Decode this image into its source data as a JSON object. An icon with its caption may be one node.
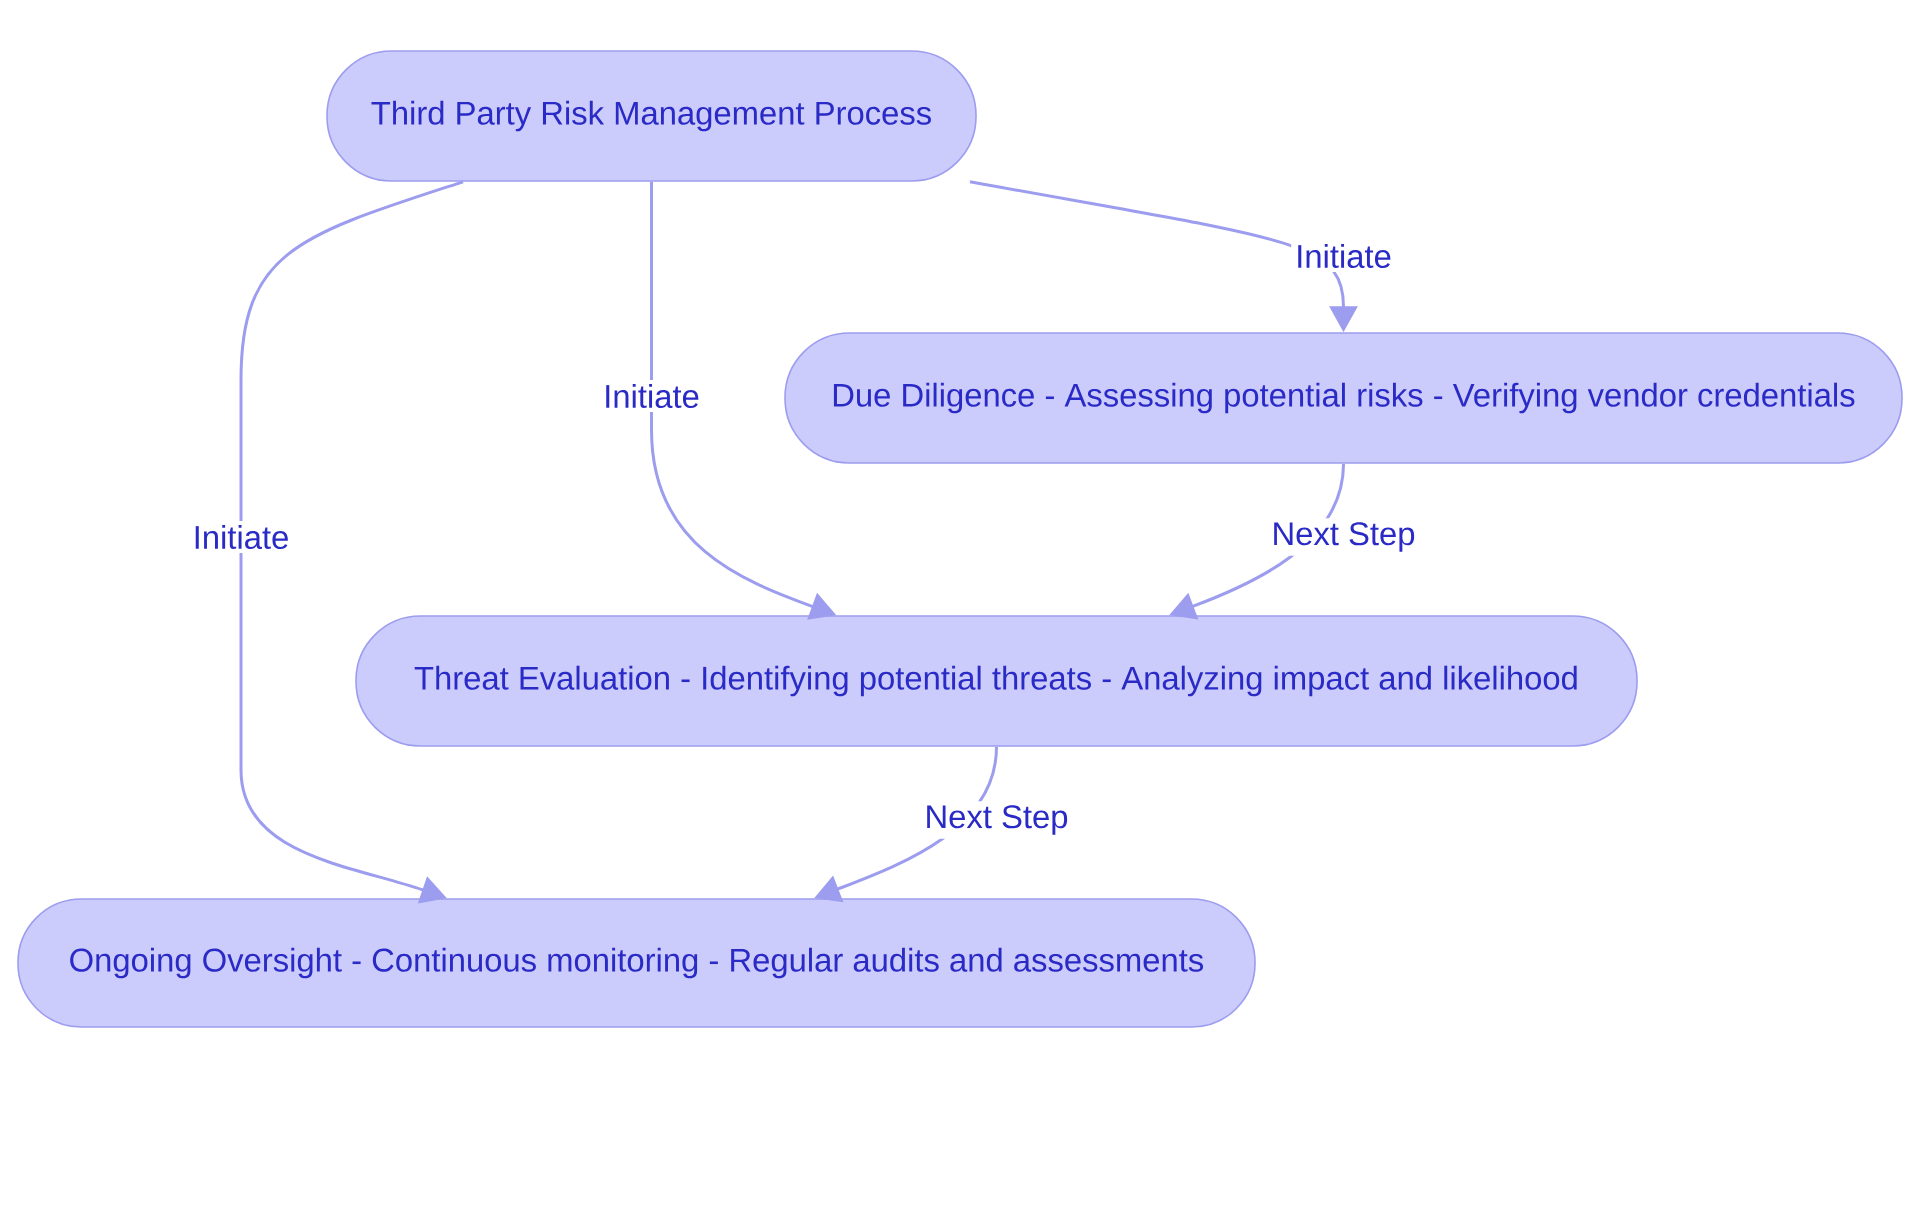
{
  "diagram": {
    "nodes": [
      {
        "text": [
          "Third Party Risk Management Process"
        ]
      },
      {
        "text": [
          "Due Diligence - Assessing potential risks - Verifying vendor credentials"
        ]
      },
      {
        "text": [
          "Threat Evaluation - Identifying potential threats - Analyzing impact and likelihood"
        ]
      },
      {
        "text": [
          "Ongoing Oversight - Continuous monitoring - Regular audits and assessments"
        ]
      }
    ],
    "edges": [
      {
        "from": 0,
        "to": 1,
        "arrow": "to",
        "label": "Initiate"
      },
      {
        "from": 0,
        "to": 2,
        "arrow": "to",
        "label": "Initiate"
      },
      {
        "from": 0,
        "to": 3,
        "arrow": "to",
        "label": "Initiate"
      },
      {
        "from": 1,
        "to": 2,
        "arrow": "to",
        "label": "Next Step"
      },
      {
        "from": 2,
        "to": 3,
        "arrow": "to",
        "label": "Next Step"
      }
    ]
  }
}
